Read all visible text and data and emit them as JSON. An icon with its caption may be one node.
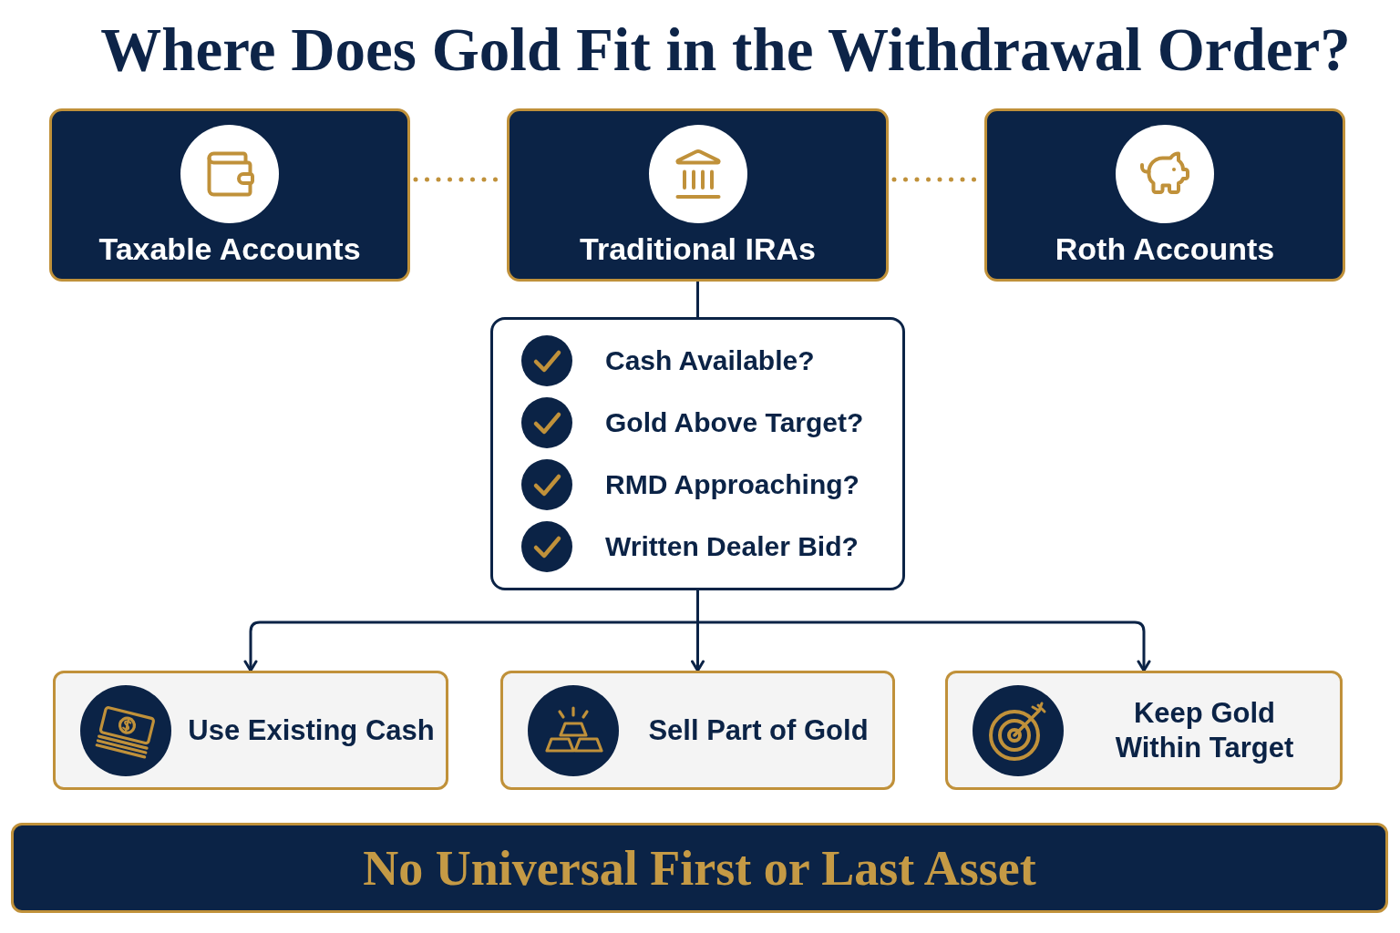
{
  "diagram": {
    "title": "Where Does Gold Fit in the Withdrawal Order?",
    "nodes": [
      {
        "text": [
          "Taxable Accounts"
        ]
      },
      {
        "text": [
          "Traditional IRAs"
        ]
      },
      {
        "text": [
          "Roth Accounts"
        ]
      },
      {
        "text": [
          "Cash Available?",
          "Gold Above Target?",
          "RMD Approaching?",
          "Written Dealer Bid?"
        ]
      },
      {
        "text": [
          "Use Existing Cash"
        ]
      },
      {
        "text": [
          "Sell Part of Gold"
        ]
      },
      {
        "text": [
          "Keep Gold Within Target"
        ]
      },
      {
        "text": [
          "No Universal First or Last Asset"
        ]
      }
    ],
    "edges": [
      {
        "from": 0,
        "to": 1,
        "arrow": "none",
        "style": "dashed",
        "color": "#c0913a"
      },
      {
        "from": 1,
        "to": 2,
        "arrow": "none",
        "style": "dashed",
        "color": "#c0913a"
      },
      {
        "from": 1,
        "to": 3,
        "arrow": "none"
      },
      {
        "from": 3,
        "to": 4,
        "arrow": "to"
      },
      {
        "from": 3,
        "to": 5,
        "arrow": "to"
      },
      {
        "from": 3,
        "to": 6,
        "arrow": "to"
      }
    ]
  }
}
